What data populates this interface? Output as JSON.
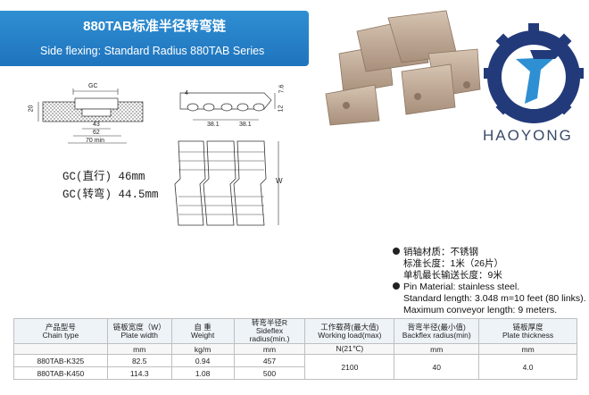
{
  "banner": {
    "title": "880TAB标准半径转弯链",
    "subtitle": "Side flexing: Standard Radius 880TAB Series"
  },
  "logo": {
    "text": "HAOYONG"
  },
  "drawing_top": {
    "gc": "GC",
    "height_left": "20",
    "dims": [
      "43",
      "62",
      "70 min"
    ]
  },
  "drawing_side": {
    "d4": "4",
    "d7_6": "7.6",
    "d12": "12",
    "pitch": [
      "38.1",
      "38.1"
    ]
  },
  "drawing_plan": {
    "w": "W"
  },
  "gc_values": {
    "straight": "GC(直行) 46mm",
    "curve": "GC(转弯) 44.5mm"
  },
  "specs": {
    "cn": [
      "销轴材质：不锈钢",
      "标准长度：1米（26片）",
      "单机最长输送长度：9米"
    ],
    "en": [
      "Pin Material: stainless steel.",
      "Standard length: 3.048 m=10 feet (80 links).",
      "Maximum conveyor length: 9 meters."
    ]
  },
  "table": {
    "headers": [
      {
        "cn": "产品型号",
        "en": "Chain type"
      },
      {
        "cn": "链板宽度（W）",
        "en": "Plate width"
      },
      {
        "cn": "自 重",
        "en": "Weight"
      },
      {
        "cn": "转弯半径R",
        "en": "Sideflex radius(min.)"
      },
      {
        "cn": "工作载荷(最大值)",
        "en": "Working load(max)"
      },
      {
        "cn": "背弯半径(最小值)",
        "en": "Backflex radius(min)"
      },
      {
        "cn": "链板厚度",
        "en": "Plate thickness"
      }
    ],
    "units": [
      "",
      "mm",
      "kg/m",
      "mm",
      "N(21℃)",
      "mm",
      "mm"
    ],
    "rows": [
      {
        "type": "880TAB-K325",
        "width": "82.5",
        "weight": "0.94",
        "radius": "457"
      },
      {
        "type": "880TAB-K450",
        "width": "114.3",
        "weight": "1.08",
        "radius": "500"
      }
    ],
    "shared": {
      "load": "2100",
      "backflex": "40",
      "thickness": "4.0"
    }
  }
}
